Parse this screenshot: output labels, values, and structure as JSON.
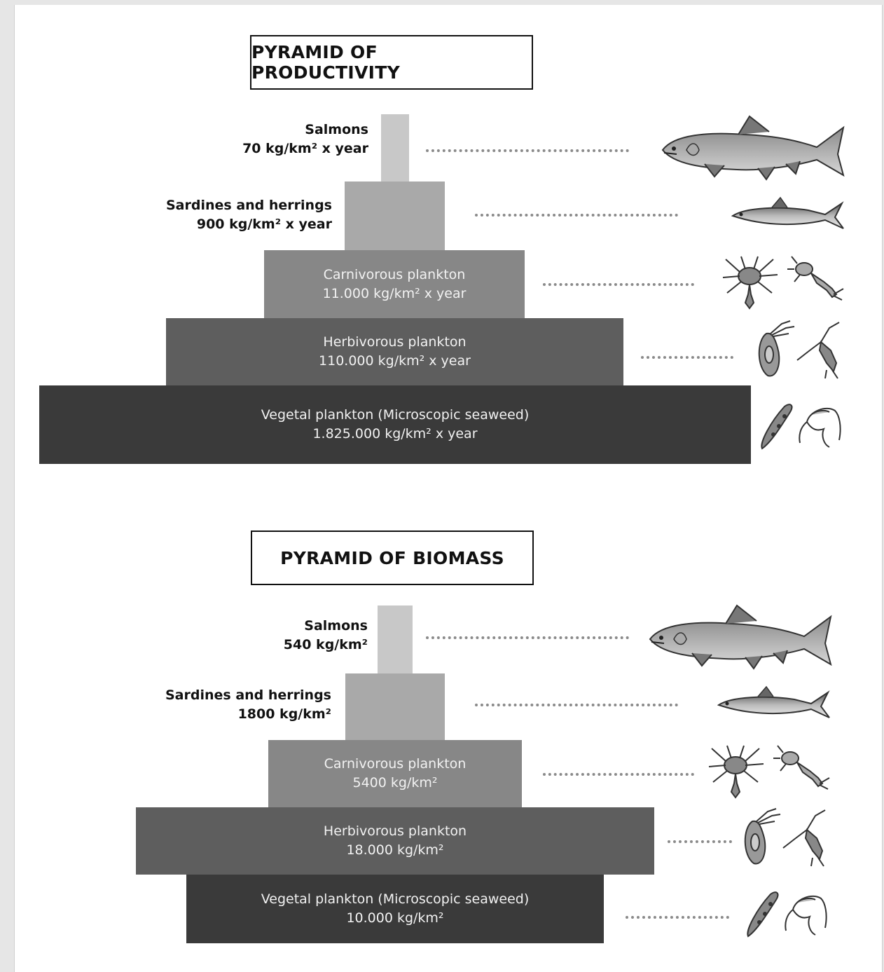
{
  "productivity": {
    "title": "PYRAMID OF PRODUCTIVITY",
    "levels": [
      {
        "name": "Salmons",
        "value": "70 kg/km² x year"
      },
      {
        "name": "Sardines and herrings",
        "value": "900 kg/km² x year"
      },
      {
        "name": "Carnivorous plankton",
        "value": "11.000 kg/km² x year"
      },
      {
        "name": "Herbivorous plankton",
        "value": "110.000 kg/km² x year"
      },
      {
        "name": "Vegetal plankton (Microscopic seaweed)",
        "value": "1.825.000 kg/km² x year"
      }
    ]
  },
  "biomass": {
    "title": "PYRAMID OF BIOMASS",
    "levels": [
      {
        "name": "Salmons",
        "value": "540 kg/km²"
      },
      {
        "name": "Sardines and herrings",
        "value": "1800 kg/km²"
      },
      {
        "name": "Carnivorous plankton",
        "value": "5400 kg/km²"
      },
      {
        "name": "Herbivorous plankton",
        "value": "18.000 kg/km²"
      },
      {
        "name": "Vegetal plankton (Microscopic seaweed)",
        "value": "10.000 kg/km²"
      }
    ]
  },
  "colors": {
    "level1": "#c8c8c8",
    "level2": "#a9a9a9",
    "level3": "#878787",
    "level4": "#5e5e5e",
    "level5": "#3a3a3a"
  },
  "icons": [
    "salmon-icon",
    "sardine-icon",
    "carnivorous-plankton-icon",
    "herbivorous-plankton-icon",
    "phytoplankton-icon"
  ]
}
